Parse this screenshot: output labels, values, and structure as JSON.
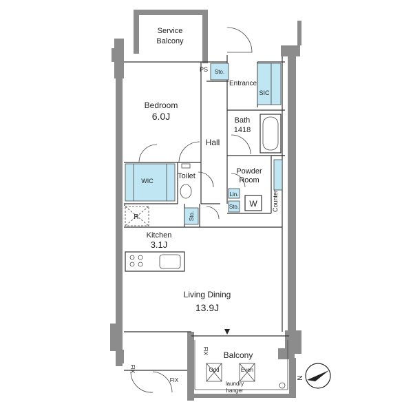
{
  "rooms": {
    "service_balcony": {
      "line1": "Service",
      "line2": "Balcony"
    },
    "bedroom": {
      "name": "Bedroom",
      "size": "6.0J"
    },
    "hall": {
      "name": "Hall"
    },
    "entrance": {
      "name": "Entrance"
    },
    "bath": {
      "name": "Bath",
      "size": "1418"
    },
    "powder_room": {
      "line1": "Powder",
      "line2": "Room"
    },
    "toilet": {
      "name": "Toilet"
    },
    "wic": {
      "name": "WIC"
    },
    "sic": {
      "name": "SIC"
    },
    "kitchen": {
      "name": "Kitchen",
      "size": "3.1J"
    },
    "living_dining": {
      "name": "Living Dining",
      "size": "13.9J"
    },
    "balcony": {
      "name": "Balcony"
    }
  },
  "fixtures": {
    "ps": "PS",
    "sto_top": "Sto.",
    "sto_mid": "Sto.",
    "sto_low": "Sto.",
    "lin": "Lin.",
    "washer": "W",
    "counter": "Counter",
    "fridge": "R",
    "odd": "Odd",
    "even": "Even",
    "laundry_line1": "laundry",
    "laundry_line2": "hanger",
    "fix_vertical_left": "FIX",
    "fix_bottom": "FIX",
    "fix_vertical_balcony": "FIX"
  },
  "compass": {
    "label": "N"
  },
  "colors": {
    "wall": "#8c8c8c",
    "storage": "#bfe6f2",
    "line": "#333333"
  }
}
